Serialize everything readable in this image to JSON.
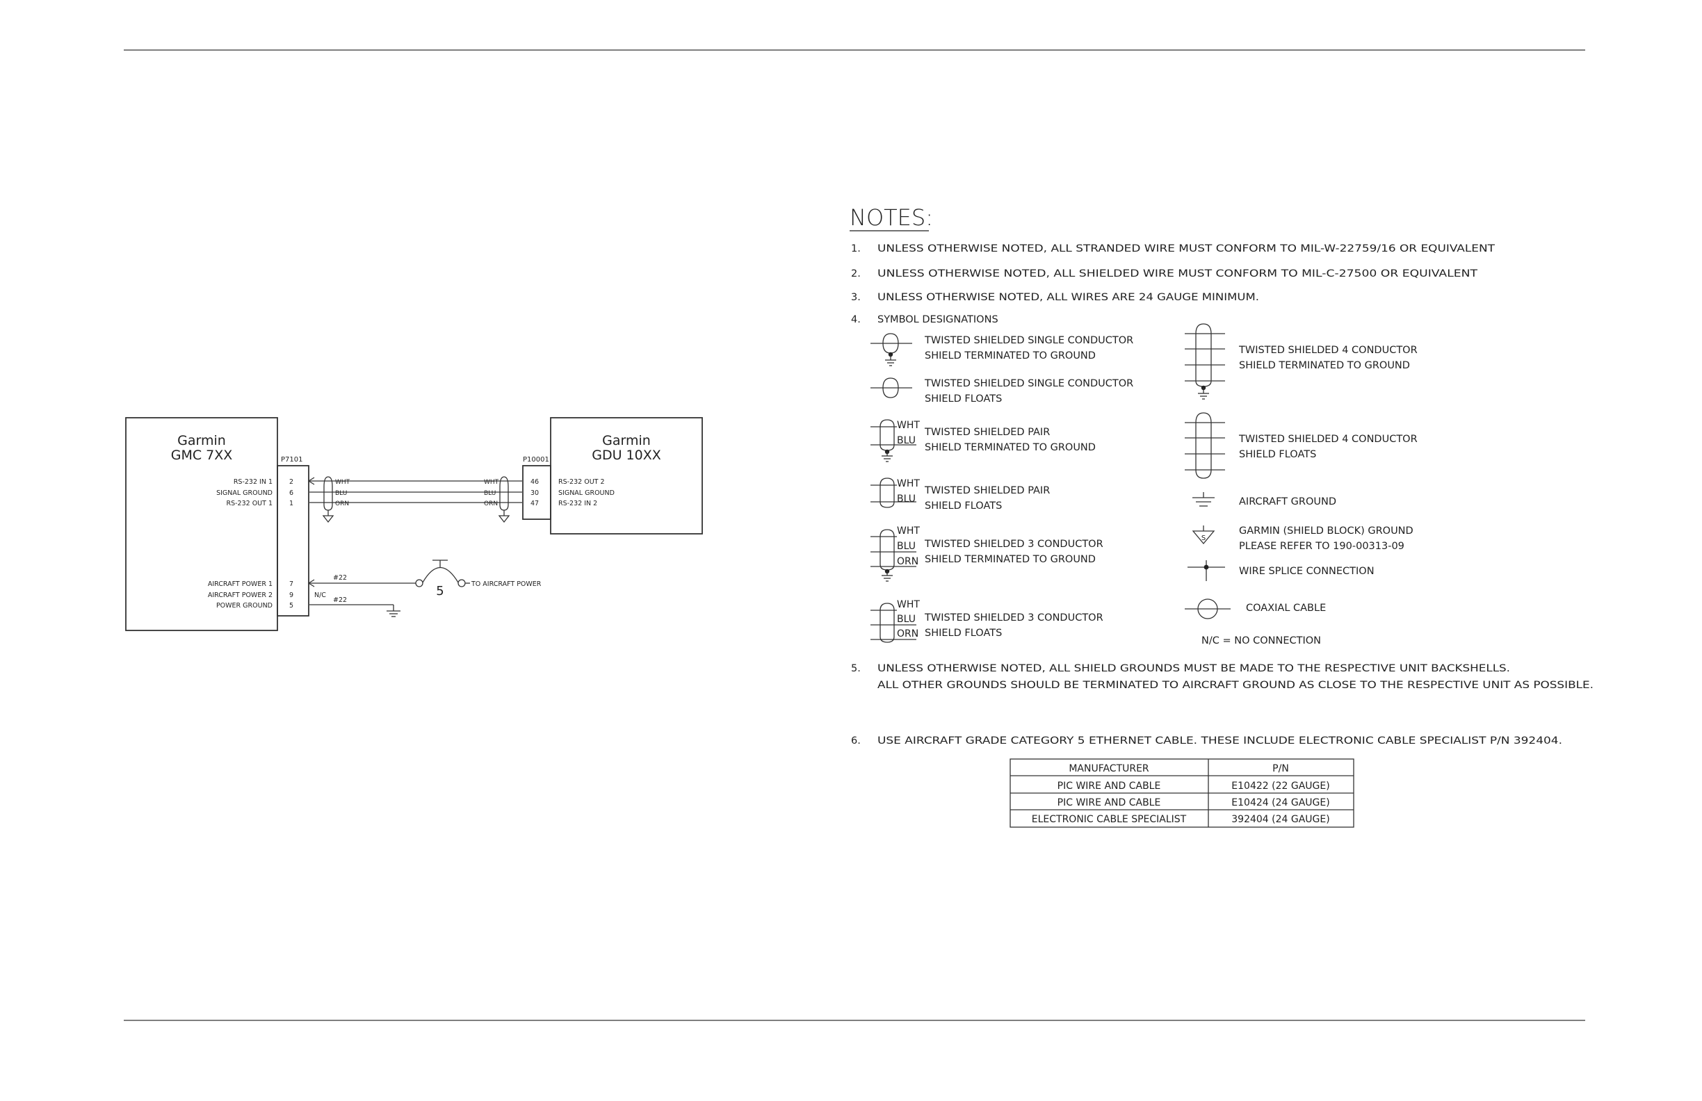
{
  "schematic": {
    "gmc": {
      "brand": "Garmin",
      "model": "GMC 7XX",
      "connector": "P7101"
    },
    "gdu": {
      "brand": "Garmin",
      "model": "GDU 10XX",
      "connector": "P10001"
    },
    "gmc_signals": [
      {
        "label": "RS-232 IN 1",
        "pin": "2",
        "wire": "WHT"
      },
      {
        "label": "SIGNAL GROUND",
        "pin": "6",
        "wire": "BLU"
      },
      {
        "label": "RS-232 OUT 1",
        "pin": "1",
        "wire": "ORN"
      }
    ],
    "gdu_signals": [
      {
        "label": "RS-232 OUT 2",
        "pin": "46",
        "wire": "WHT"
      },
      {
        "label": "SIGNAL GROUND",
        "pin": "30",
        "wire": "BLU"
      },
      {
        "label": "RS-232 IN 2",
        "pin": "47",
        "wire": "ORN"
      }
    ],
    "power_pins": [
      {
        "label": "AIRCRAFT POWER 1",
        "pin": "7",
        "wire": "#22"
      },
      {
        "label": "AIRCRAFT POWER 2",
        "pin": "9",
        "wire": "N/C"
      },
      {
        "label": "POWER GROUND",
        "pin": "5",
        "wire": "#22"
      }
    ],
    "breaker_rating": "5",
    "to_power": "TO AIRCRAFT POWER"
  },
  "notes": {
    "title": "NOTES:",
    "items": [
      {
        "num": "1.",
        "text": "UNLESS OTHERWISE NOTED, ALL STRANDED WIRE MUST CONFORM TO MIL-W-22759/16 OR EQUIVALENT"
      },
      {
        "num": "2.",
        "text": "UNLESS OTHERWISE NOTED, ALL SHIELDED WIRE MUST CONFORM TO MIL-C-27500 OR EQUIVALENT"
      },
      {
        "num": "3.",
        "text": "UNLESS OTHERWISE NOTED, ALL WIRES ARE 24 GAUGE MINIMUM."
      },
      {
        "num": "4.",
        "text": "SYMBOL DESIGNATIONS"
      }
    ],
    "note5": {
      "num": "5.",
      "line1": "UNLESS OTHERWISE NOTED, ALL SHIELD GROUNDS MUST BE MADE TO THE RESPECTIVE UNIT BACKSHELLS.",
      "line2": "ALL OTHER GROUNDS SHOULD BE TERMINATED TO AIRCRAFT GROUND AS CLOSE TO THE RESPECTIVE UNIT AS POSSIBLE."
    },
    "note6": {
      "num": "6.",
      "text": "USE AIRCRAFT GRADE CATEGORY 5 ETHERNET CABLE. THESE INCLUDE ELECTRONIC CABLE SPECIALIST P/N 392404."
    }
  },
  "symbols_left": [
    {
      "l1": "TWISTED SHIELDED SINGLE CONDUCTOR",
      "l2": "SHIELD TERMINATED TO GROUND"
    },
    {
      "l1": "TWISTED SHIELDED SINGLE CONDUCTOR",
      "l2": "SHIELD FLOATS"
    },
    {
      "l1": "TWISTED SHIELDED PAIR",
      "l2": "SHIELD TERMINATED TO GROUND"
    },
    {
      "l1": "TWISTED SHIELDED PAIR",
      "l2": "SHIELD FLOATS"
    },
    {
      "l1": "TWISTED SHIELDED 3 CONDUCTOR",
      "l2": "SHIELD TERMINATED TO GROUND"
    },
    {
      "l1": "TWISTED SHIELDED 3 CONDUCTOR",
      "l2": "SHIELD FLOATS"
    }
  ],
  "symbols_right": [
    {
      "l1": "TWISTED SHIELDED 4 CONDUCTOR",
      "l2": "SHIELD TERMINATED TO GROUND"
    },
    {
      "l1": "TWISTED SHIELDED 4 CONDUCTOR",
      "l2": "SHIELD FLOATS"
    },
    {
      "l1": "AIRCRAFT GROUND",
      "l2": ""
    },
    {
      "l1": "GARMIN (SHIELD BLOCK) GROUND",
      "l2": "PLEASE REFER TO 190-00313-09"
    },
    {
      "l1": "WIRE SPLICE CONNECTION",
      "l2": ""
    },
    {
      "l1": "COAXIAL CABLE",
      "l2": ""
    }
  ],
  "symbol_marks": {
    "wht": "WHT",
    "blu": "BLU",
    "orn": "ORN",
    "garmin_gnd": "S",
    "nc": "N/C = NO CONNECTION"
  },
  "cable_table": {
    "headers": [
      "MANUFACTURER",
      "P/N"
    ],
    "rows": [
      [
        "PIC WIRE AND CABLE",
        "E10422 (22 GAUGE)"
      ],
      [
        "PIC WIRE AND CABLE",
        "E10424 (24 GAUGE)"
      ],
      [
        "ELECTRONIC CABLE SPECIALIST",
        "392404 (24 GAUGE)"
      ]
    ]
  }
}
